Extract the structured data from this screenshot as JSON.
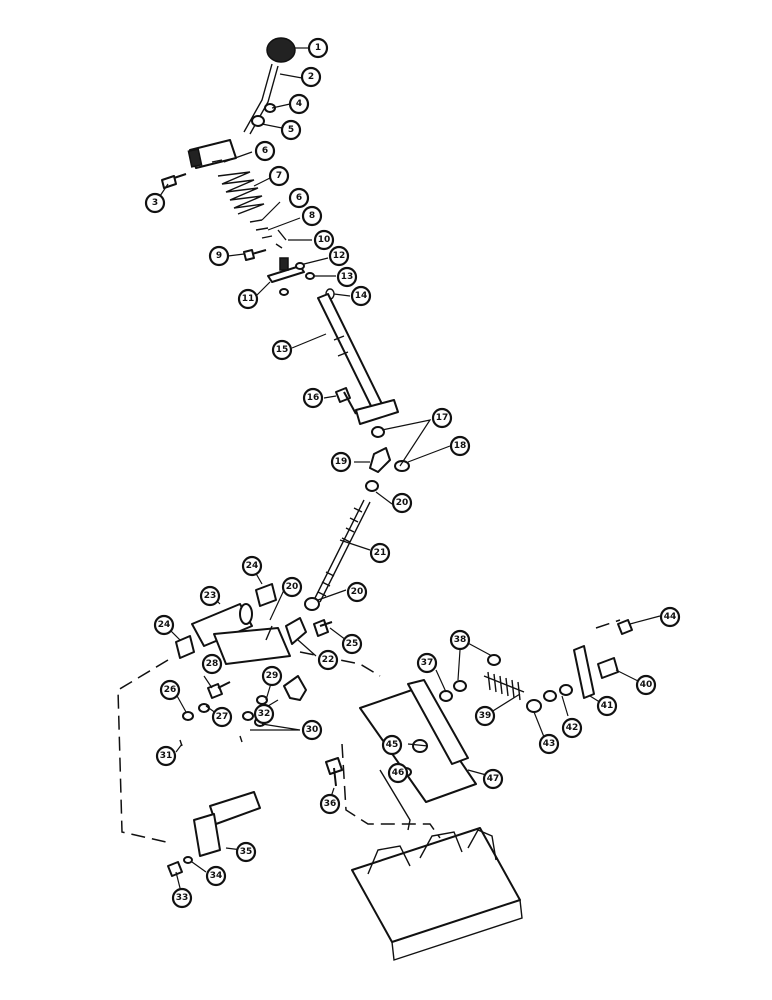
{
  "diagram": {
    "callouts": [
      "1",
      "2",
      "3",
      "4",
      "5",
      "6",
      "7",
      "6",
      "8",
      "9",
      "10",
      "11",
      "12",
      "13",
      "14",
      "15",
      "16",
      "17",
      "18",
      "19",
      "20",
      "21",
      "20",
      "23",
      "24",
      "20",
      "22",
      "25",
      "24",
      "26",
      "27",
      "28",
      "29",
      "32",
      "30",
      "31",
      "36",
      "37",
      "38",
      "39",
      "40",
      "41",
      "42",
      "43",
      "44",
      "45",
      "46",
      "47",
      "33",
      "34",
      "35"
    ]
  }
}
